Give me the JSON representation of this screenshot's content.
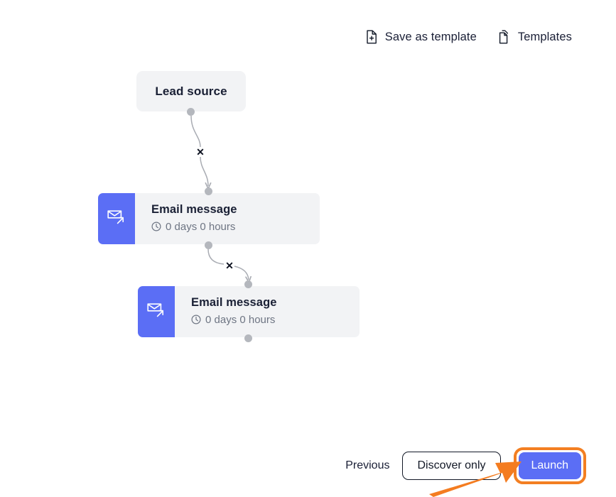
{
  "toolbar": {
    "save_as_template": {
      "label": "Save as template",
      "icon": "document-plus-icon"
    },
    "templates": {
      "label": "Templates",
      "icon": "documents-stack-icon"
    }
  },
  "canvas": {
    "nodes": [
      {
        "id": "lead-source",
        "type": "trigger",
        "title": "Lead source"
      },
      {
        "id": "email-1",
        "type": "email",
        "title": "Email message",
        "delay": "0 days 0 hours",
        "icon": "email-send-icon",
        "delay_icon": "clock-icon"
      },
      {
        "id": "email-2",
        "type": "email",
        "title": "Email message",
        "delay": "0 days 0 hours",
        "icon": "email-send-icon",
        "delay_icon": "clock-icon"
      }
    ],
    "connectors": [
      {
        "id": "c1",
        "from": "lead-source",
        "to": "email-1",
        "remove_label": "✕"
      },
      {
        "id": "c2",
        "from": "email-1",
        "to": "email-2",
        "remove_label": "✕"
      }
    ]
  },
  "footer": {
    "previous_label": "Previous",
    "discover_only_label": "Discover only",
    "launch_label": "Launch"
  },
  "colors": {
    "accent_blue": "#5b6ef5",
    "node_bg": "#f2f3f5",
    "highlight_orange": "#f37f22",
    "port_gray": "#b4b7bd",
    "text_dark": "#1a2035",
    "text_muted": "#6e7583"
  }
}
